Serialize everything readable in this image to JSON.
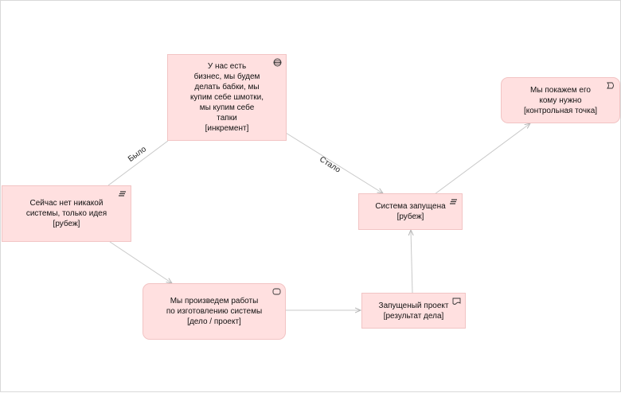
{
  "nodes": {
    "increment": {
      "text": "У нас есть\nбизнес, мы будем\nделать бабки, мы\nкупим себе шмотки,\nмы купим себе\nтапки\n[инкремент]",
      "icon": "plateau-icon"
    },
    "checkpoint": {
      "text": "Мы покажем его\nкому нужно\n[контрольная точка]",
      "icon": "event-icon"
    },
    "now": {
      "text": "Сейчас нет никакой\nсистемы, только идея\n[рубеж]",
      "icon": "plateau-layers-icon"
    },
    "launched": {
      "text": "Система запущена\n[рубеж]",
      "icon": "plateau-layers-icon"
    },
    "work": {
      "text": "Мы произведем работы\nпо изготовлению системы\n[дело / проект]",
      "icon": "work-package-icon"
    },
    "result": {
      "text": "Запущеный проект\n[результат дела]",
      "icon": "deliverable-icon"
    }
  },
  "edges": {
    "was_label": "Было",
    "became_label": "Стало"
  },
  "colors": {
    "node_fill": "#ffe0e0",
    "node_border": "#f2c4c4",
    "edge": "#c8c8c8"
  }
}
